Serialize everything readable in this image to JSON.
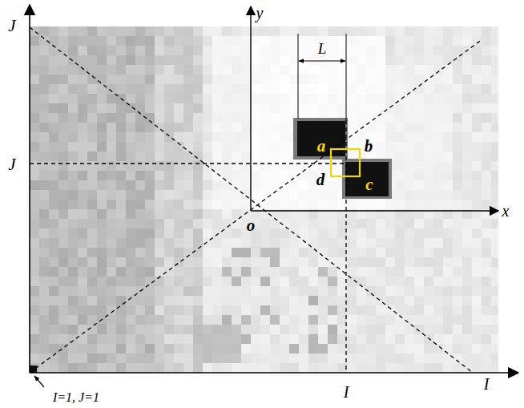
{
  "diagram": {
    "labels": [
      "J",
      "J",
      "y",
      "L",
      "a",
      "b",
      "d",
      "c",
      "x",
      "o",
      "I",
      "I",
      "I=1, J=1"
    ]
  }
}
